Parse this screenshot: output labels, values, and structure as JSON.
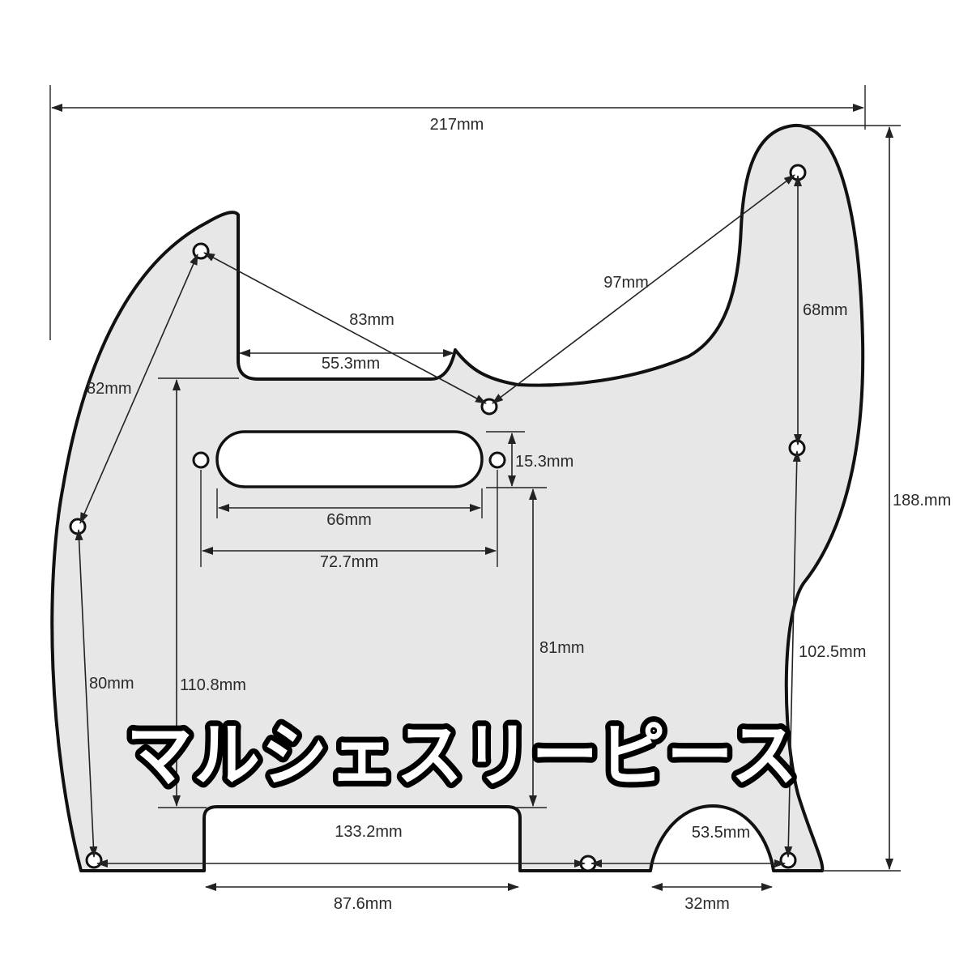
{
  "banner_text": "マルシェスリーピース",
  "colors": {
    "pickguard_fill": "#e6e7e6",
    "outline": "#111111",
    "dimension_line": "#222222",
    "banner_fill": "#ffffff",
    "banner_stroke": "#000000"
  },
  "dimensions": {
    "overall_width": "217mm",
    "overall_height": "188.mm",
    "neck_screw_to_center": "83mm",
    "center_to_horn_screw": "97mm",
    "neck_pocket_width": "55.3mm",
    "left_upper_screw_span": "82mm",
    "horn_to_right_screw": "68mm",
    "pickup_height": "15.3mm",
    "pickup_length": "66mm",
    "pickup_screw_span": "72.7mm",
    "pickup_to_bottom": "81mm",
    "left_lower_screw_span": "80mm",
    "left_vertical_span": "110.8mm",
    "right_lower_screw_span": "102.5mm",
    "bottom_screw_span": "133.2mm",
    "bridge_cut_width": "87.6mm",
    "jack_screw_span": "53.5mm",
    "jack_cut_width": "32mm"
  }
}
